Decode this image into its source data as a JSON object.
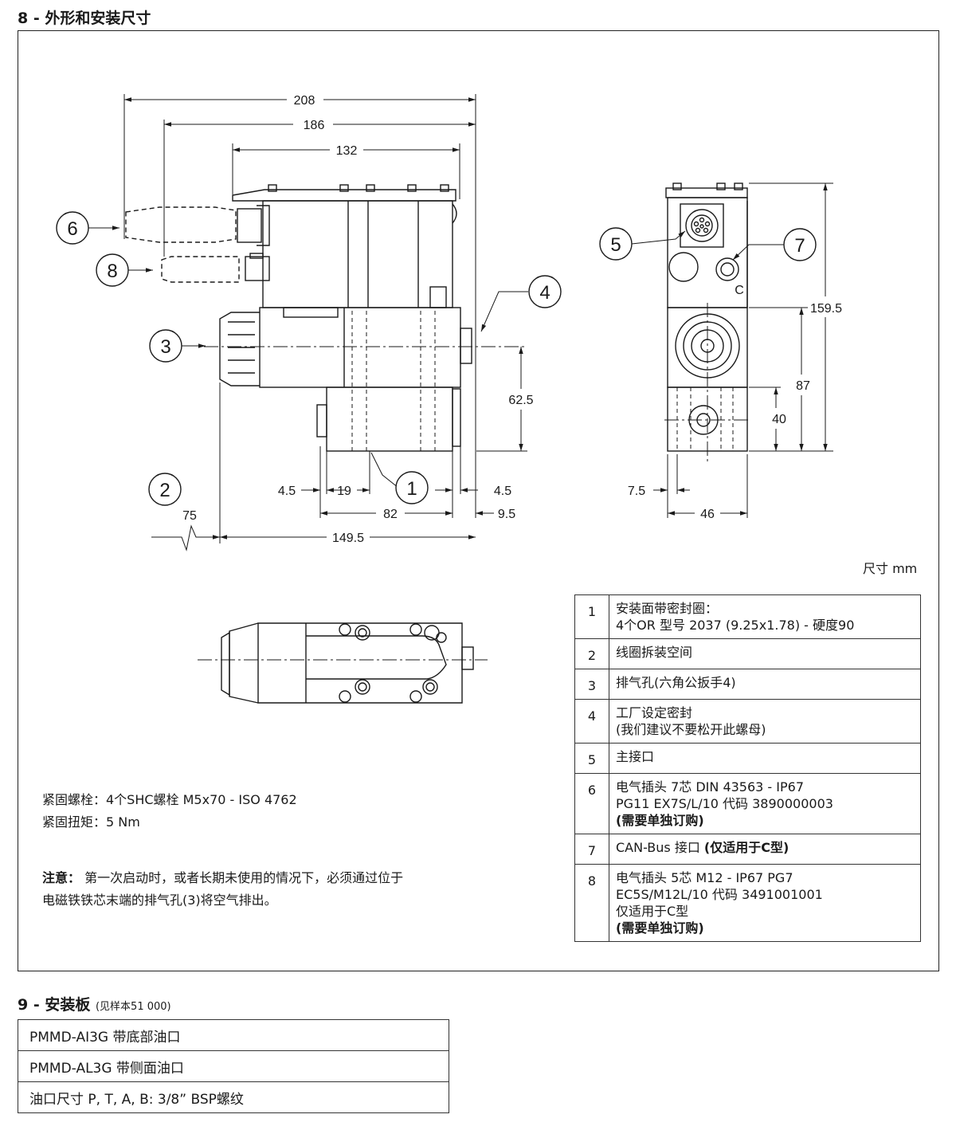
{
  "section8": {
    "number": "8 - ",
    "title": "外形和安装尺寸"
  },
  "section9": {
    "number": "9 - ",
    "title": "安装板",
    "ref": "(见样本51 000)"
  },
  "dimensions": {
    "d208": "208",
    "d186": "186",
    "d132": "132",
    "d62_5": "62.5",
    "d4_5_left": "4.5",
    "d19": "19",
    "d4_5_right": "4.5",
    "d82": "82",
    "d9_5": "9.5",
    "d75": "75",
    "d149_5": "149.5",
    "d159_5": "159.5",
    "d87": "87",
    "d40": "40",
    "d7_5": "7.5",
    "d46": "46",
    "port_c": "C"
  },
  "balloons": [
    "1",
    "2",
    "3",
    "4",
    "5",
    "6",
    "7",
    "8"
  ],
  "unit_note": "尺寸   mm",
  "fasteners": {
    "bolts": "紧固螺栓：4个SHC螺栓 M5x70 - ISO 4762",
    "torque": "紧固扭矩：5 Nm"
  },
  "note": {
    "label": "注意：",
    "line1": " 第一次启动时，或者长期未使用的情况下，必须通过位于",
    "line2": "电磁铁铁芯末端的排气孔(3)将空气排出。"
  },
  "legend": [
    {
      "num": "1",
      "line1": "安装面带密封圈：",
      "line2": " 4个OR 型号 2037 (9.25x1.78) - 硬度90"
    },
    {
      "num": "2",
      "line1": "线圈拆装空间"
    },
    {
      "num": "3",
      "line1": "排气孔(六角公扳手4)"
    },
    {
      "num": "4",
      "line1": "工厂设定密封",
      "line2": "(我们建议不要松开此螺母)"
    },
    {
      "num": "5",
      "line1": "主接口"
    },
    {
      "num": "6",
      "line1": "电气插头 7芯 DIN 43563 - IP67",
      "line2": "PG11 EX7S/L/10  代码 3890000003",
      "line3": "(需要单独订购)"
    },
    {
      "num": "7",
      "line1": "CAN-Bus 接口 ",
      "line1b": "(仅适用于C型)"
    },
    {
      "num": "8",
      "line1": "电气插头 5芯 M12 - IP67 PG7",
      "line2": "EC5S/M12L/10 代码 3491001001",
      "line3": "仅适用于C型",
      "line4": "(需要单独订购)"
    }
  ],
  "plates": [
    "PMMD-AI3G 带底部油口",
    "PMMD-AL3G 带侧面油口",
    "油口尺寸 P, T, A, B: 3/8” BSP螺纹"
  ]
}
